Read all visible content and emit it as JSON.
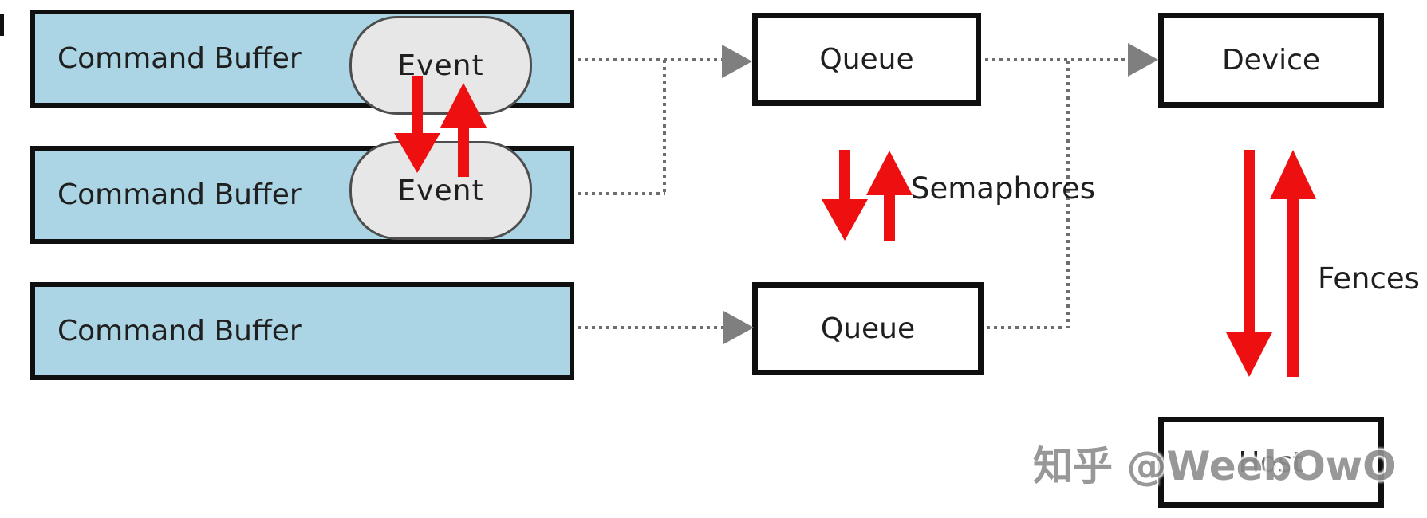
{
  "nodes": {
    "command_buffer_1": {
      "label": "Command Buffer"
    },
    "command_buffer_2": {
      "label": "Command Buffer"
    },
    "command_buffer_3": {
      "label": "Command Buffer"
    },
    "event_1": {
      "label": "Event"
    },
    "event_2": {
      "label": "Event"
    },
    "queue_1": {
      "label": "Queue"
    },
    "queue_2": {
      "label": "Queue"
    },
    "device": {
      "label": "Device"
    },
    "host": {
      "label": "Host"
    }
  },
  "annotations": {
    "semaphores": {
      "label": "Semaphores"
    },
    "fences": {
      "label": "Fences"
    }
  },
  "watermark": {
    "text": "知乎 @WeebOwO"
  },
  "colors": {
    "command_buffer_fill": "#abd5e4",
    "event_fill": "#e7e7e7",
    "node_fill": "#ffffff",
    "border": "#0f0f0f",
    "arrow_red": "#ee1010",
    "connector_gray": "#6e6e6e",
    "arrowhead_gray": "#7f7f7f",
    "text": "#1f1f1f",
    "watermark_gray": "#909090"
  }
}
